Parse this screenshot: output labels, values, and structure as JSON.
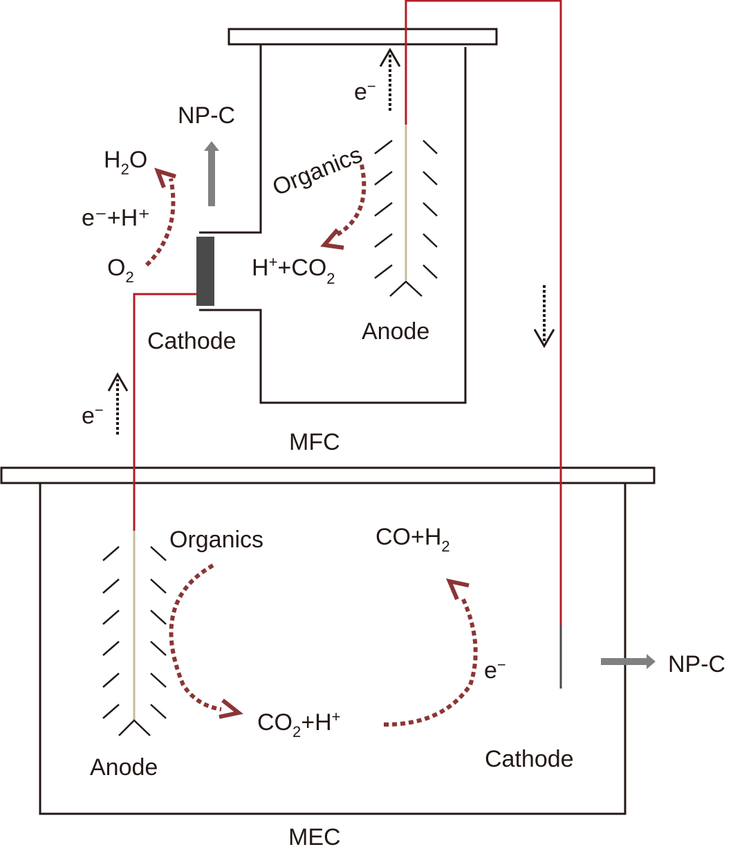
{
  "colors": {
    "wire": "#b51c24",
    "outline": "#231815",
    "reaction_arrow": "#8b3535",
    "electrode": "#4a4a4a",
    "anode_rod": "#c4bd97",
    "product_arrow": "#808080"
  },
  "mfc": {
    "title": "MFC",
    "cathode_label": "Cathode",
    "anode_label": "Anode",
    "product": "NP-C",
    "electron": "e",
    "electron_sup": "−",
    "cathode_reaction": {
      "reactant_main": "O",
      "reactant_sub": "2",
      "middle": "e⁻+H⁺",
      "product_a": "H",
      "product_sub": "2",
      "product_b": "O"
    },
    "anode_reaction": {
      "reactant": "Organics",
      "product_a": "H",
      "product_sup": "+",
      "product_b": "+CO",
      "product_sub": "2"
    }
  },
  "mec": {
    "title": "MEC",
    "anode_label": "Anode",
    "cathode_label": "Cathode",
    "product": "NP-C",
    "electron": "e",
    "electron_sup": "−",
    "anode_reaction": {
      "reactant": "Organics",
      "product_a": "CO",
      "product_sub": "2",
      "product_b": "+H",
      "product_sup": "+"
    },
    "cathode_reaction": {
      "product_a": "CO+H",
      "product_sub": "2"
    }
  }
}
